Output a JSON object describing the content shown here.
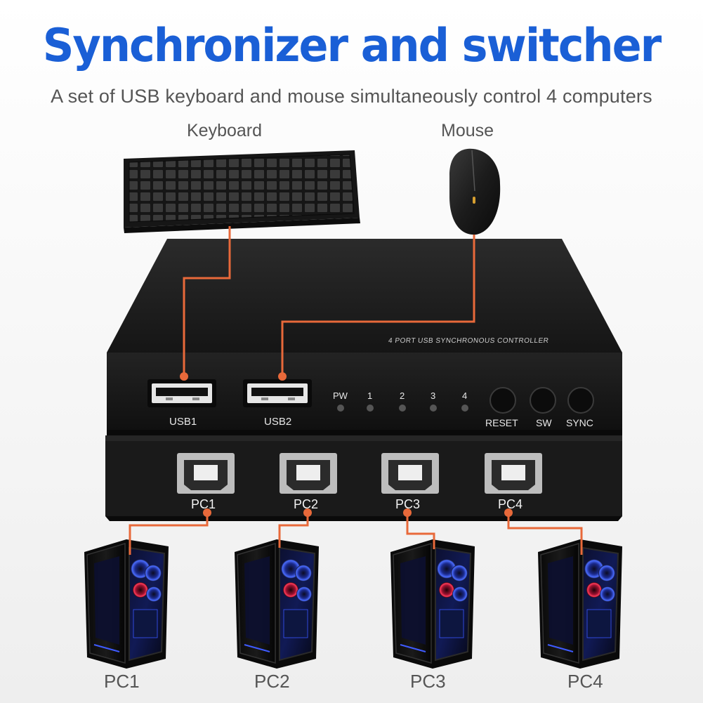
{
  "header": {
    "title": "Synchronizer and switcher",
    "subtitle": "A set of USB keyboard and mouse simultaneously control 4 computers"
  },
  "peripherals": {
    "keyboard_label": "Keyboard",
    "mouse_label": "Mouse"
  },
  "device": {
    "name": "4 PORT USB SYNCHRONOUS CONTROLLER",
    "usb_ports": [
      "USB1",
      "USB2"
    ],
    "leds": [
      "PW",
      "1",
      "2",
      "3",
      "4"
    ],
    "buttons": [
      "RESET",
      "SW",
      "SYNC"
    ],
    "pc_ports": [
      "PC1",
      "PC2",
      "PC3",
      "PC4"
    ]
  },
  "computers": [
    "PC1",
    "PC2",
    "PC3",
    "PC4"
  ],
  "colors": {
    "title": "#1a5fd6",
    "cable": "#e8693a",
    "device_body": "#1b1b1b",
    "text_gray": "#555555"
  }
}
